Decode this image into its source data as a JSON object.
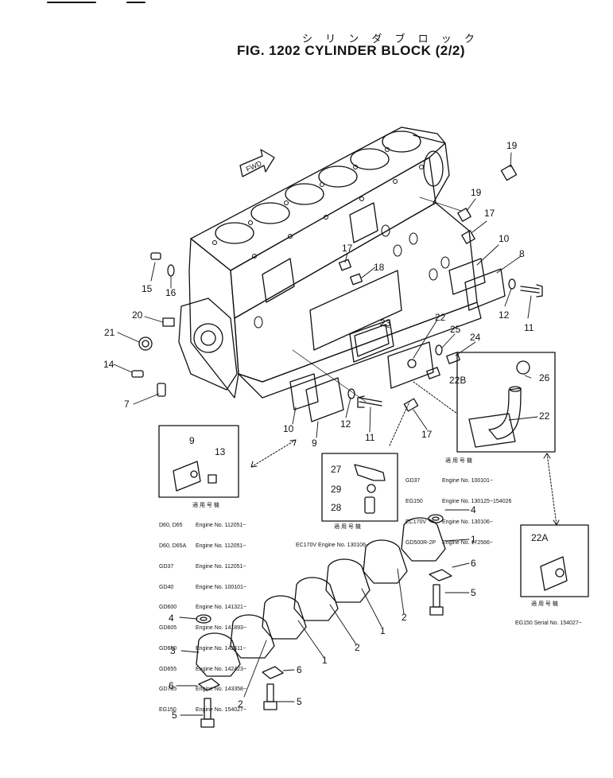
{
  "title_jp": "シ リ ン ダ ブ ロ ッ ク",
  "title": "FIG. 1202  CYLINDER BLOCK (2/2)",
  "fwd_label": "FWD",
  "callouts": {
    "c19a": "19",
    "c19b": "19",
    "c17a": "17",
    "c17b": "17",
    "c17c": "17",
    "c18": "18",
    "c10a": "10",
    "c10b": "10",
    "c8": "8",
    "c12a": "12",
    "c12b": "12",
    "c11a": "11",
    "c11b": "11",
    "c15": "15",
    "c16": "16",
    "c20": "20",
    "c21": "21",
    "c14": "14",
    "c7": "7",
    "c23": "23",
    "c22": "22",
    "c22b": "22B",
    "c22main": "22",
    "c24": "24",
    "c25": "25",
    "c26": "26",
    "c9a": "9",
    "c9b": "9",
    "c13": "13",
    "c27": "27",
    "c28": "28",
    "c29": "29",
    "c22a": "22A",
    "c1a": "1",
    "c1b": "1",
    "c1c": "1",
    "c2a": "2",
    "c2b": "2",
    "c2c": "2",
    "c3": "3",
    "c4a": "4",
    "c4b": "4",
    "c5a": "5",
    "c5b": "5",
    "c5c": "5",
    "c6a": "6",
    "c6b": "6",
    "c6c": "6"
  },
  "applicability_header": "適 用 号 機",
  "left_table": [
    {
      "model": "D60, D65",
      "serial": "Engine No. 112051~"
    },
    {
      "model": "D60, D65A",
      "serial": "Engine No. 112051~"
    },
    {
      "model": "GD37",
      "serial": "Engine No. 112051~"
    },
    {
      "model": "GD40",
      "serial": "Engine No. 100101~"
    },
    {
      "model": "GD600",
      "serial": "Engine No. 141321~"
    },
    {
      "model": "GD605",
      "serial": "Engine No. 141893~"
    },
    {
      "model": "GD650",
      "serial": "Engine No. 142411~"
    },
    {
      "model": "GD655",
      "serial": "Engine No. 142423~"
    },
    {
      "model": "GD705",
      "serial": "Engine No. 143358~"
    },
    {
      "model": "EG150",
      "serial": "Engine No. 154027~"
    }
  ],
  "center_table": [
    {
      "model": "EC170V",
      "serial": "Engine No. 130106~"
    }
  ],
  "right_table": [
    {
      "model": "GD37",
      "serial": "Engine No. 100101~"
    },
    {
      "model": "EG150",
      "serial": "Engine No. 130125~154026"
    },
    {
      "model": "EC170V",
      "serial": "Engine No. 130106~"
    },
    {
      "model": "GD500R-2P",
      "serial": "Engine No. 172566~"
    }
  ],
  "box22a_table": [
    {
      "model": "EG150",
      "serial": "Serial No. 154027~"
    }
  ]
}
